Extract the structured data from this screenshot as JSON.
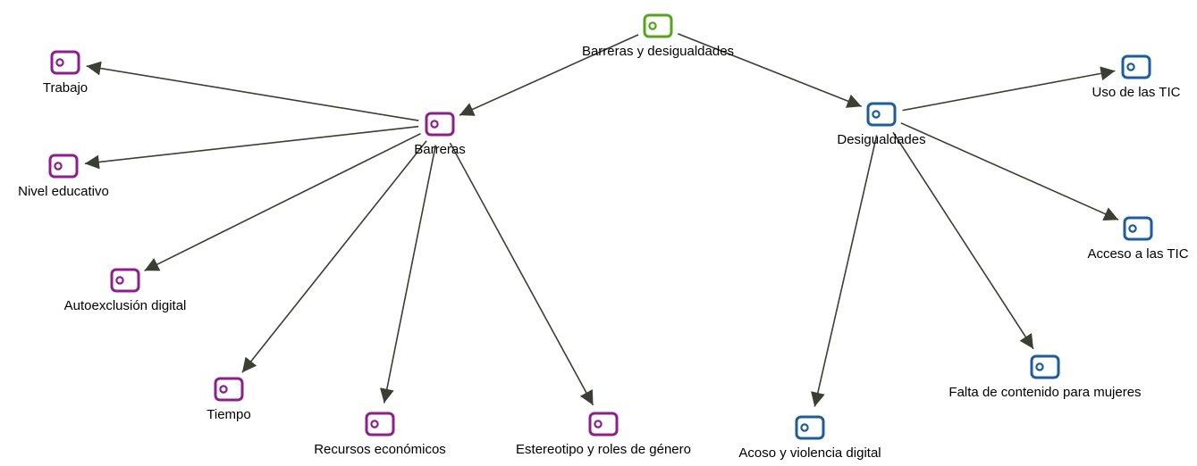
{
  "colors": {
    "root": "#55a51c",
    "barreras_group": "#8c1f8c",
    "desigualdades_group": "#1d5c9e",
    "edge": "#3a3f33"
  },
  "icon": "code-tag-icon",
  "nodes": {
    "root": {
      "label": "Barreras y desigualdades",
      "group": "root"
    },
    "barreras": {
      "label": "Barreras",
      "group": "barreras_group"
    },
    "desigualdades": {
      "label": "Desigualdades",
      "group": "desigualdades_group"
    },
    "trabajo": {
      "label": "Trabajo",
      "group": "barreras_group"
    },
    "nivel": {
      "label": "Nivel educativo",
      "group": "barreras_group"
    },
    "autoexclusion": {
      "label": "Autoexclusión digital",
      "group": "barreras_group"
    },
    "tiempo": {
      "label": "Tiempo",
      "group": "barreras_group"
    },
    "recursos": {
      "label": "Recursos económicos",
      "group": "barreras_group"
    },
    "estereotipo": {
      "label": "Estereotipo y roles de género",
      "group": "barreras_group"
    },
    "acoso": {
      "label": "Acoso y violencia digital",
      "group": "desigualdades_group"
    },
    "falta": {
      "label": "Falta de contenido para mujeres",
      "group": "desigualdades_group"
    },
    "acceso": {
      "label": "Acceso a las TIC",
      "group": "desigualdades_group"
    },
    "uso": {
      "label": "Uso de las TIC",
      "group": "desigualdades_group"
    }
  },
  "edges": [
    [
      "root",
      "barreras"
    ],
    [
      "root",
      "desigualdades"
    ],
    [
      "barreras",
      "trabajo"
    ],
    [
      "barreras",
      "nivel"
    ],
    [
      "barreras",
      "autoexclusion"
    ],
    [
      "barreras",
      "tiempo"
    ],
    [
      "barreras",
      "recursos"
    ],
    [
      "barreras",
      "estereotipo"
    ],
    [
      "desigualdades",
      "uso"
    ],
    [
      "desigualdades",
      "acceso"
    ],
    [
      "desigualdades",
      "falta"
    ],
    [
      "desigualdades",
      "acoso"
    ]
  ]
}
